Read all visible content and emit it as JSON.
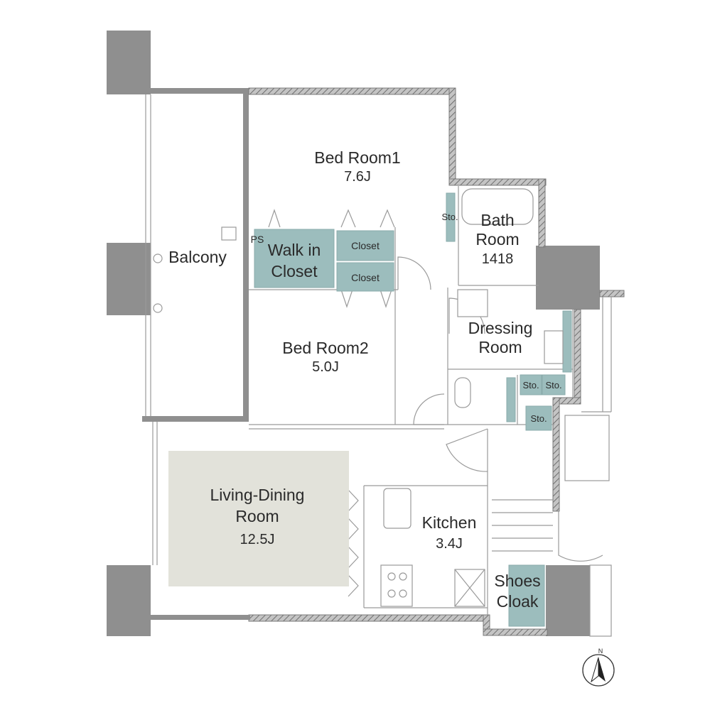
{
  "rooms": {
    "bedroom1": {
      "name": "Bed Room1",
      "size": "7.6J"
    },
    "bedroom2": {
      "name": "Bed Room2",
      "size": "5.0J"
    },
    "bath": {
      "line1": "Bath",
      "line2": "Room",
      "size": "1418"
    },
    "dressing": {
      "line1": "Dressing",
      "line2": "Room"
    },
    "balcony": {
      "name": "Balcony"
    },
    "walkin": {
      "line1": "Walk in",
      "line2": "Closet"
    },
    "closet_upper": {
      "name": "Closet"
    },
    "closet_lower": {
      "name": "Closet"
    },
    "living": {
      "line1": "Living-Dining",
      "line2": "Room",
      "size": "12.5J"
    },
    "kitchen": {
      "name": "Kitchen",
      "size": "3.4J"
    },
    "shoes": {
      "line1": "Shoes",
      "line2": "Cloak"
    },
    "ps": {
      "name": "PS"
    },
    "sto_bath": {
      "name": "Sto."
    },
    "sto_right1": {
      "name": "Sto."
    },
    "sto_right2": {
      "name": "Sto."
    },
    "sto_lower": {
      "name": "Sto."
    }
  },
  "compass": {
    "label": "N"
  },
  "colors": {
    "wall": "#8f8f8f",
    "storage": "#9cbdbd",
    "living_floor": "#e2e2da"
  }
}
